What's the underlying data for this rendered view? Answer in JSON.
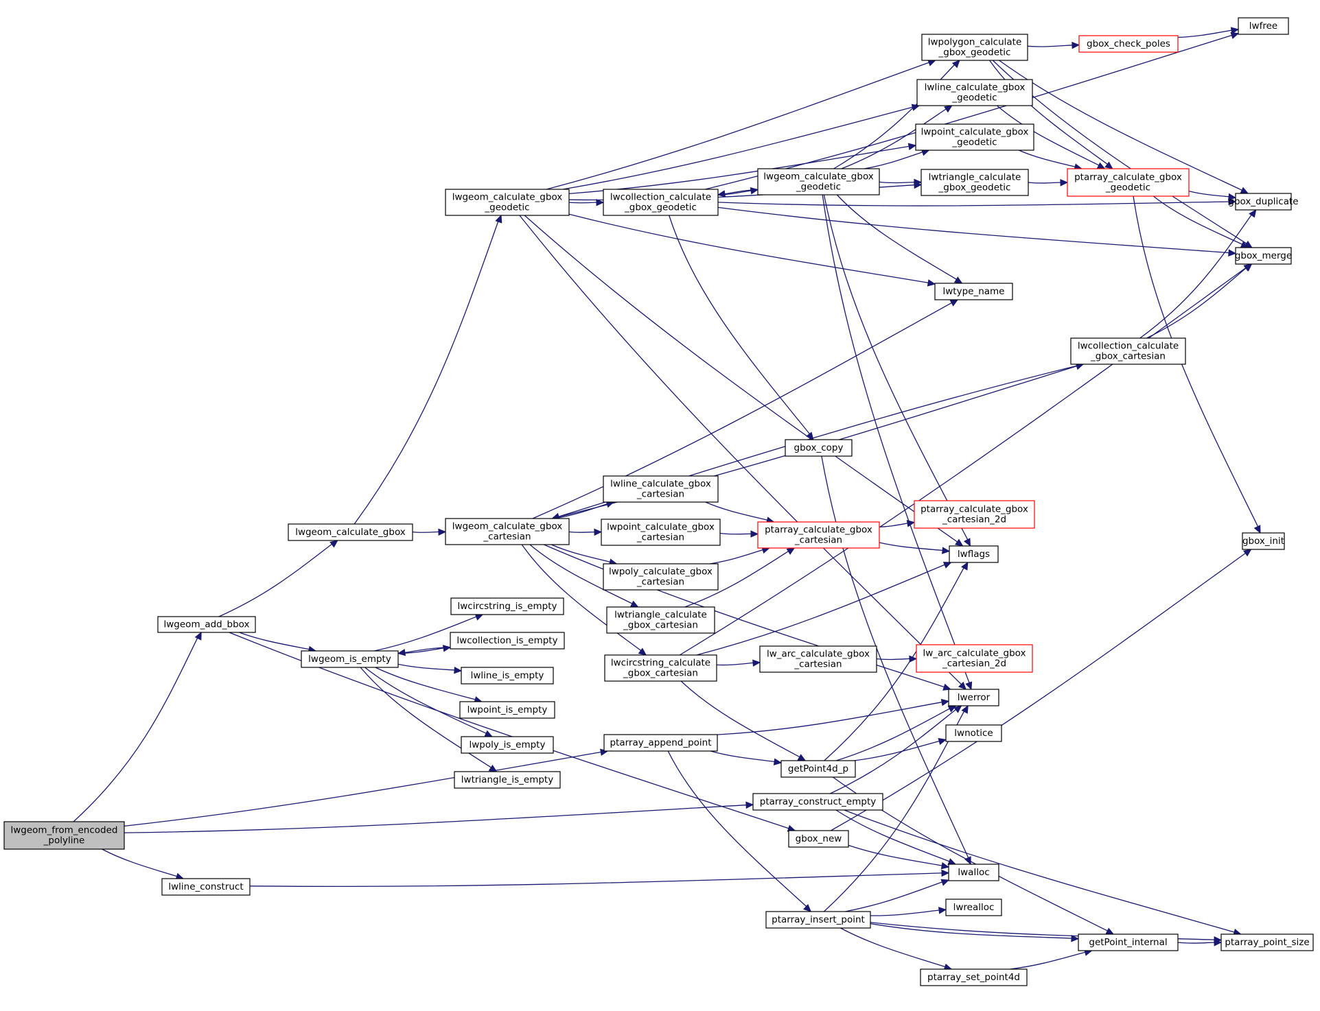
{
  "diagram": {
    "nodes": [
      {
        "id": "lwgeom_from_encoded_polyline",
        "lines": [
          "lwgeom_from_encoded",
          "_polyline"
        ],
        "style": "root"
      },
      {
        "id": "lwgeom_add_bbox",
        "lines": [
          "lwgeom_add_bbox"
        ],
        "style": "normal"
      },
      {
        "id": "lwline_construct",
        "lines": [
          "lwline_construct"
        ],
        "style": "normal"
      },
      {
        "id": "lwgeom_calculate_gbox",
        "lines": [
          "lwgeom_calculate_gbox"
        ],
        "style": "normal"
      },
      {
        "id": "lwgeom_is_empty",
        "lines": [
          "lwgeom_is_empty"
        ],
        "style": "normal"
      },
      {
        "id": "lwgeom_calculate_gbox_geodetic",
        "lines": [
          "lwgeom_calculate_gbox",
          "_geodetic"
        ],
        "style": "normal"
      },
      {
        "id": "lwgeom_calculate_gbox_cartesian",
        "lines": [
          "lwgeom_calculate_gbox",
          "_cartesian"
        ],
        "style": "normal"
      },
      {
        "id": "lwcircstring_is_empty",
        "lines": [
          "lwcircstring_is_empty"
        ],
        "style": "normal"
      },
      {
        "id": "lwcollection_is_empty",
        "lines": [
          "lwcollection_is_empty"
        ],
        "style": "normal"
      },
      {
        "id": "lwline_is_empty",
        "lines": [
          "lwline_is_empty"
        ],
        "style": "normal"
      },
      {
        "id": "lwpoint_is_empty",
        "lines": [
          "lwpoint_is_empty"
        ],
        "style": "normal"
      },
      {
        "id": "lwpoly_is_empty",
        "lines": [
          "lwpoly_is_empty"
        ],
        "style": "normal"
      },
      {
        "id": "lwtriangle_is_empty",
        "lines": [
          "lwtriangle_is_empty"
        ],
        "style": "normal"
      },
      {
        "id": "lwcollection_calculate_gbox_geodetic",
        "lines": [
          "lwcollection_calculate",
          "_gbox_geodetic"
        ],
        "style": "normal"
      },
      {
        "id": "lwline_calculate_gbox_cartesian",
        "lines": [
          "lwline_calculate_gbox",
          "_cartesian"
        ],
        "style": "normal"
      },
      {
        "id": "lwpoint_calculate_gbox_cartesian",
        "lines": [
          "lwpoint_calculate_gbox",
          "_cartesian"
        ],
        "style": "normal"
      },
      {
        "id": "lwpoly_calculate_gbox_cartesian",
        "lines": [
          "lwpoly_calculate_gbox",
          "_cartesian"
        ],
        "style": "normal"
      },
      {
        "id": "lwtriangle_calculate_gbox_cartesian",
        "lines": [
          "lwtriangle_calculate",
          "_gbox_cartesian"
        ],
        "style": "normal"
      },
      {
        "id": "lwcircstring_calculate_gbox_cartesian",
        "lines": [
          "lwcircstring_calculate",
          "_gbox_cartesian"
        ],
        "style": "normal"
      },
      {
        "id": "ptarray_append_point",
        "lines": [
          "ptarray_append_point"
        ],
        "style": "normal"
      },
      {
        "id": "lwgeom_calculate_gbox_geodetic_2",
        "lines": [
          "lwgeom_calculate_gbox",
          "_geodetic"
        ],
        "style": "normal"
      },
      {
        "id": "gbox_copy",
        "lines": [
          "gbox_copy"
        ],
        "style": "normal"
      },
      {
        "id": "ptarray_calculate_gbox_cartesian",
        "lines": [
          "ptarray_calculate_gbox",
          "_cartesian"
        ],
        "style": "red"
      },
      {
        "id": "lw_arc_calculate_gbox_cartesian",
        "lines": [
          "lw_arc_calculate_gbox",
          "_cartesian"
        ],
        "style": "normal"
      },
      {
        "id": "getPoint4d_p",
        "lines": [
          "getPoint4d_p"
        ],
        "style": "normal"
      },
      {
        "id": "ptarray_construct_empty",
        "lines": [
          "ptarray_construct_empty"
        ],
        "style": "normal"
      },
      {
        "id": "gbox_new",
        "lines": [
          "gbox_new"
        ],
        "style": "normal"
      },
      {
        "id": "ptarray_insert_point",
        "lines": [
          "ptarray_insert_point"
        ],
        "style": "normal"
      },
      {
        "id": "lwpolygon_calculate_gbox_geodetic",
        "lines": [
          "lwpolygon_calculate",
          "_gbox_geodetic"
        ],
        "style": "normal"
      },
      {
        "id": "lwline_calculate_gbox_geodetic",
        "lines": [
          "lwline_calculate_gbox",
          "_geodetic"
        ],
        "style": "normal"
      },
      {
        "id": "lwpoint_calculate_gbox_geodetic",
        "lines": [
          "lwpoint_calculate_gbox",
          "_geodetic"
        ],
        "style": "normal"
      },
      {
        "id": "lwtriangle_calculate_gbox_geodetic",
        "lines": [
          "lwtriangle_calculate",
          "_gbox_geodetic"
        ],
        "style": "normal"
      },
      {
        "id": "lwtype_name",
        "lines": [
          "lwtype_name"
        ],
        "style": "normal"
      },
      {
        "id": "ptarray_calculate_gbox_cartesian_2d",
        "lines": [
          "ptarray_calculate_gbox",
          "_cartesian_2d"
        ],
        "style": "red"
      },
      {
        "id": "lwflags",
        "lines": [
          "lwflags"
        ],
        "style": "normal"
      },
      {
        "id": "lw_arc_calculate_gbox_cartesian_2d",
        "lines": [
          "lw_arc_calculate_gbox",
          "_cartesian_2d"
        ],
        "style": "red"
      },
      {
        "id": "lwerror",
        "lines": [
          "lwerror"
        ],
        "style": "normal"
      },
      {
        "id": "lwnotice",
        "lines": [
          "lwnotice"
        ],
        "style": "normal"
      },
      {
        "id": "lwalloc",
        "lines": [
          "lwalloc"
        ],
        "style": "normal"
      },
      {
        "id": "lwrealloc",
        "lines": [
          "lwrealloc"
        ],
        "style": "normal"
      },
      {
        "id": "ptarray_set_point4d",
        "lines": [
          "ptarray_set_point4d"
        ],
        "style": "normal"
      },
      {
        "id": "gbox_check_poles",
        "lines": [
          "gbox_check_poles"
        ],
        "style": "red"
      },
      {
        "id": "ptarray_calculate_gbox_geodetic",
        "lines": [
          "ptarray_calculate_gbox",
          "_geodetic"
        ],
        "style": "red"
      },
      {
        "id": "lwcollection_calculate_gbox_cartesian",
        "lines": [
          "lwcollection_calculate",
          "_gbox_cartesian"
        ],
        "style": "normal"
      },
      {
        "id": "getPoint_internal",
        "lines": [
          "getPoint_internal"
        ],
        "style": "normal"
      },
      {
        "id": "lwfree",
        "lines": [
          "lwfree"
        ],
        "style": "normal"
      },
      {
        "id": "gbox_duplicate",
        "lines": [
          "gbox_duplicate"
        ],
        "style": "normal"
      },
      {
        "id": "gbox_merge",
        "lines": [
          "gbox_merge"
        ],
        "style": "normal"
      },
      {
        "id": "gbox_init",
        "lines": [
          "gbox_init"
        ],
        "style": "normal"
      },
      {
        "id": "ptarray_point_size",
        "lines": [
          "ptarray_point_size"
        ],
        "style": "normal"
      }
    ],
    "edges": [
      [
        "lwgeom_from_encoded_polyline",
        "lwgeom_add_bbox"
      ],
      [
        "lwgeom_from_encoded_polyline",
        "ptarray_append_point"
      ],
      [
        "lwgeom_from_encoded_polyline",
        "ptarray_construct_empty"
      ],
      [
        "lwgeom_from_encoded_polyline",
        "lwline_construct"
      ],
      [
        "lwgeom_add_bbox",
        "lwgeom_calculate_gbox"
      ],
      [
        "lwgeom_add_bbox",
        "lwgeom_is_empty"
      ],
      [
        "lwgeom_add_bbox",
        "gbox_new"
      ],
      [
        "lwline_construct",
        "lwalloc"
      ],
      [
        "lwgeom_calculate_gbox",
        "lwgeom_calculate_gbox_geodetic"
      ],
      [
        "lwgeom_calculate_gbox",
        "lwgeom_calculate_gbox_cartesian"
      ],
      [
        "lwgeom_is_empty",
        "lwcircstring_is_empty"
      ],
      [
        "lwgeom_is_empty",
        "lwcollection_is_empty"
      ],
      [
        "lwgeom_is_empty",
        "lwline_is_empty"
      ],
      [
        "lwgeom_is_empty",
        "lwpoint_is_empty"
      ],
      [
        "lwgeom_is_empty",
        "lwpoly_is_empty"
      ],
      [
        "lwgeom_is_empty",
        "lwtriangle_is_empty"
      ],
      [
        "lwcollection_is_empty",
        "lwgeom_is_empty"
      ],
      [
        "lwgeom_calculate_gbox_geodetic",
        "lwcollection_calculate_gbox_geodetic"
      ],
      [
        "lwgeom_calculate_gbox_geodetic",
        "lwpolygon_calculate_gbox_geodetic"
      ],
      [
        "lwgeom_calculate_gbox_geodetic",
        "lwline_calculate_gbox_geodetic"
      ],
      [
        "lwgeom_calculate_gbox_geodetic",
        "lwpoint_calculate_gbox_geodetic"
      ],
      [
        "lwgeom_calculate_gbox_geodetic",
        "lwtriangle_calculate_gbox_geodetic"
      ],
      [
        "lwgeom_calculate_gbox_geodetic",
        "lwtype_name"
      ],
      [
        "lwgeom_calculate_gbox_geodetic",
        "lwflags"
      ],
      [
        "lwgeom_calculate_gbox_geodetic",
        "lwerror"
      ],
      [
        "lwcollection_calculate_gbox_geodetic",
        "lwgeom_calculate_gbox_geodetic_2"
      ],
      [
        "lwcollection_calculate_gbox_geodetic",
        "gbox_copy"
      ],
      [
        "lwcollection_calculate_gbox_geodetic",
        "gbox_duplicate"
      ],
      [
        "lwcollection_calculate_gbox_geodetic",
        "gbox_merge"
      ],
      [
        "lwcollection_calculate_gbox_geodetic",
        "lwfree"
      ],
      [
        "lwgeom_calculate_gbox_geodetic_2",
        "lwcollection_calculate_gbox_geodetic"
      ],
      [
        "lwgeom_calculate_gbox_geodetic_2",
        "lwpolygon_calculate_gbox_geodetic"
      ],
      [
        "lwgeom_calculate_gbox_geodetic_2",
        "lwline_calculate_gbox_geodetic"
      ],
      [
        "lwgeom_calculate_gbox_geodetic_2",
        "lwpoint_calculate_gbox_geodetic"
      ],
      [
        "lwgeom_calculate_gbox_geodetic_2",
        "lwtriangle_calculate_gbox_geodetic"
      ],
      [
        "lwgeom_calculate_gbox_geodetic_2",
        "lwtype_name"
      ],
      [
        "lwgeom_calculate_gbox_geodetic_2",
        "lwflags"
      ],
      [
        "lwgeom_calculate_gbox_geodetic_2",
        "lwerror"
      ],
      [
        "lwpolygon_calculate_gbox_geodetic",
        "gbox_check_poles"
      ],
      [
        "lwpolygon_calculate_gbox_geodetic",
        "ptarray_calculate_gbox_geodetic"
      ],
      [
        "lwpolygon_calculate_gbox_geodetic",
        "gbox_duplicate"
      ],
      [
        "lwpolygon_calculate_gbox_geodetic",
        "gbox_merge"
      ],
      [
        "lwline_calculate_gbox_geodetic",
        "ptarray_calculate_gbox_geodetic"
      ],
      [
        "lwpoint_calculate_gbox_geodetic",
        "ptarray_calculate_gbox_geodetic"
      ],
      [
        "lwtriangle_calculate_gbox_geodetic",
        "ptarray_calculate_gbox_geodetic"
      ],
      [
        "gbox_check_poles",
        "lwfree"
      ],
      [
        "ptarray_calculate_gbox_geodetic",
        "gbox_duplicate"
      ],
      [
        "ptarray_calculate_gbox_geodetic",
        "gbox_merge"
      ],
      [
        "ptarray_calculate_gbox_geodetic",
        "gbox_init"
      ],
      [
        "lwgeom_calculate_gbox_cartesian",
        "lwcollection_calculate_gbox_cartesian"
      ],
      [
        "lwgeom_calculate_gbox_cartesian",
        "lwline_calculate_gbox_cartesian"
      ],
      [
        "lwgeom_calculate_gbox_cartesian",
        "lwpoint_calculate_gbox_cartesian"
      ],
      [
        "lwgeom_calculate_gbox_cartesian",
        "lwpoly_calculate_gbox_cartesian"
      ],
      [
        "lwgeom_calculate_gbox_cartesian",
        "lwtriangle_calculate_gbox_cartesian"
      ],
      [
        "lwgeom_calculate_gbox_cartesian",
        "lwcircstring_calculate_gbox_cartesian"
      ],
      [
        "lwgeom_calculate_gbox_cartesian",
        "lwtype_name"
      ],
      [
        "lwgeom_calculate_gbox_cartesian",
        "lwerror"
      ],
      [
        "lwcollection_calculate_gbox_cartesian",
        "lwgeom_calculate_gbox_cartesian"
      ],
      [
        "lwcollection_calculate_gbox_cartesian",
        "gbox_duplicate"
      ],
      [
        "lwcollection_calculate_gbox_cartesian",
        "gbox_merge"
      ],
      [
        "lwline_calculate_gbox_cartesian",
        "ptarray_calculate_gbox_cartesian"
      ],
      [
        "lwpoint_calculate_gbox_cartesian",
        "ptarray_calculate_gbox_cartesian"
      ],
      [
        "lwpoly_calculate_gbox_cartesian",
        "ptarray_calculate_gbox_cartesian"
      ],
      [
        "lwtriangle_calculate_gbox_cartesian",
        "ptarray_calculate_gbox_cartesian"
      ],
      [
        "ptarray_calculate_gbox_cartesian",
        "ptarray_calculate_gbox_cartesian_2d"
      ],
      [
        "ptarray_calculate_gbox_cartesian",
        "lwflags"
      ],
      [
        "lwcircstring_calculate_gbox_cartesian",
        "lw_arc_calculate_gbox_cartesian"
      ],
      [
        "lwcircstring_calculate_gbox_cartesian",
        "lwflags"
      ],
      [
        "lwcircstring_calculate_gbox_cartesian",
        "gbox_merge"
      ],
      [
        "lwcircstring_calculate_gbox_cartesian",
        "getPoint4d_p"
      ],
      [
        "lw_arc_calculate_gbox_cartesian",
        "lw_arc_calculate_gbox_cartesian_2d"
      ],
      [
        "gbox_copy",
        "lwalloc"
      ],
      [
        "ptarray_append_point",
        "getPoint4d_p"
      ],
      [
        "ptarray_append_point",
        "lwerror"
      ],
      [
        "ptarray_append_point",
        "ptarray_insert_point"
      ],
      [
        "getPoint4d_p",
        "lwerror"
      ],
      [
        "getPoint4d_p",
        "lwnotice"
      ],
      [
        "getPoint4d_p",
        "getPoint_internal"
      ],
      [
        "getPoint4d_p",
        "lwflags"
      ],
      [
        "ptarray_construct_empty",
        "lwalloc"
      ],
      [
        "ptarray_construct_empty",
        "lwerror"
      ],
      [
        "ptarray_construct_empty",
        "ptarray_point_size"
      ],
      [
        "gbox_new",
        "lwalloc"
      ],
      [
        "gbox_new",
        "gbox_init"
      ],
      [
        "ptarray_insert_point",
        "lwalloc"
      ],
      [
        "ptarray_insert_point",
        "lwrealloc"
      ],
      [
        "ptarray_insert_point",
        "getPoint_internal"
      ],
      [
        "ptarray_insert_point",
        "ptarray_set_point4d"
      ],
      [
        "ptarray_insert_point",
        "ptarray_point_size"
      ],
      [
        "ptarray_insert_point",
        "lwerror"
      ],
      [
        "ptarray_set_point4d",
        "getPoint_internal"
      ],
      [
        "getPoint_internal",
        "ptarray_point_size"
      ]
    ]
  }
}
